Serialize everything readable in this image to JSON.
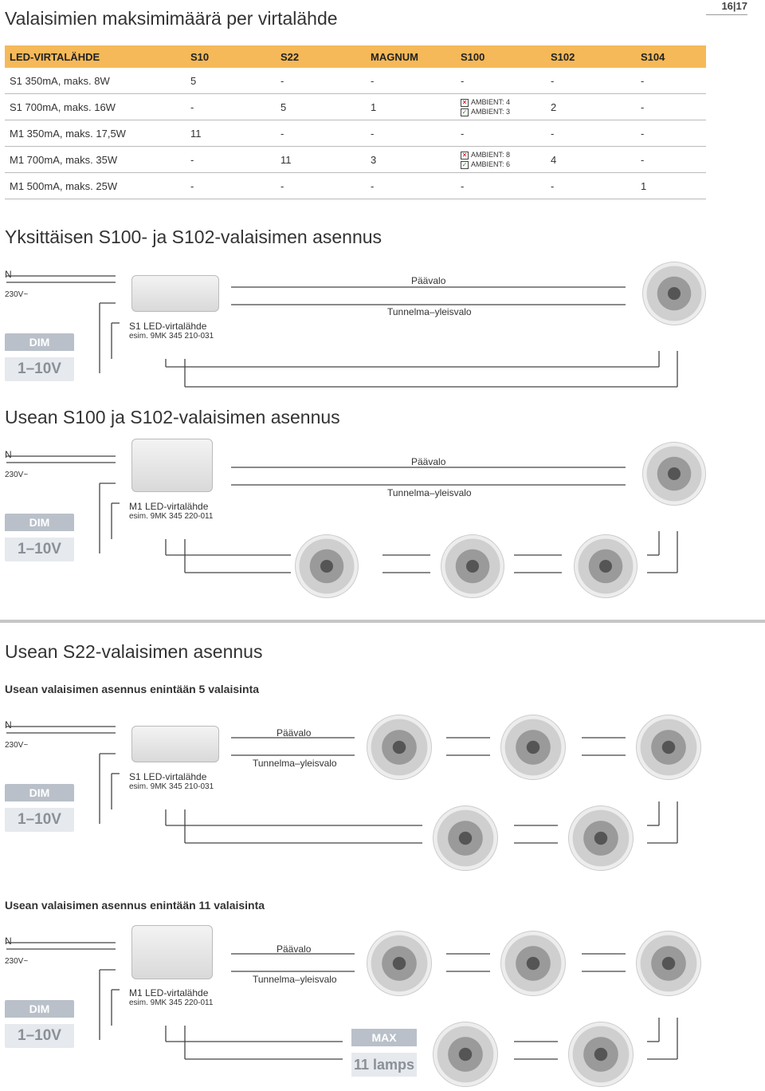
{
  "page_title": "Valaisimien maksimimäärä per virtalähde",
  "page_numbers": "16|17",
  "table": {
    "headers": [
      "LED-VIRTALÄHDE",
      "S10",
      "S22",
      "MAGNUM",
      "S100",
      "S102",
      "S104"
    ],
    "rows": [
      [
        "S1 350mA, maks. 8W",
        "5",
        "-",
        "-",
        "-",
        "-",
        "-"
      ],
      [
        "S1 700mA, maks. 16W",
        "-",
        "5",
        "1",
        "",
        "2",
        "-"
      ],
      [
        "M1 350mA, maks. 17,5W",
        "11",
        "-",
        "-",
        "-",
        "-",
        "-"
      ],
      [
        "M1 700mA, maks. 35W",
        "-",
        "11",
        "3",
        "",
        "4",
        "-"
      ],
      [
        "M1 500mA, maks. 25W",
        "-",
        "-",
        "-",
        "-",
        "-",
        "1"
      ]
    ],
    "ambient": {
      "row2_bad": "AMBIENT: 4",
      "row2_good": "AMBIENT: 3",
      "row4_bad": "AMBIENT: 8",
      "row4_good": "AMBIENT: 6"
    }
  },
  "sections": {
    "s1": {
      "title": "Yksittäisen S100- ja S102-valaisimen asennus",
      "driver": "S1 LED-virtalähde",
      "ex": "esim. 9MK 345 210-031"
    },
    "s2": {
      "title": "Usean S100 ja S102-valaisimen asennus",
      "driver": "M1 LED-virtalähde",
      "ex": "esim. 9MK 345 220-011"
    },
    "s3": {
      "title": "Usean S22-valaisimen asennus",
      "subtitle": "Usean valaisimen asennus enintään 5 valaisinta",
      "driver": "S1 LED-virtalähde",
      "ex": "esim. 9MK 345 210-031"
    },
    "s4": {
      "subtitle": "Usean valaisimen asennus enintään 11 valaisinta",
      "driver": "M1 LED-virtalähde",
      "ex": "esim. 9MK 345 220-011"
    }
  },
  "labels": {
    "n": "N",
    "v230": "230V~",
    "dim": "DIM",
    "volt": "1–10V",
    "paavalo": "Päävalo",
    "tunnelma": "Tunnelma–yleisvalo",
    "max": "MAX",
    "lamps": "11 lamps"
  }
}
